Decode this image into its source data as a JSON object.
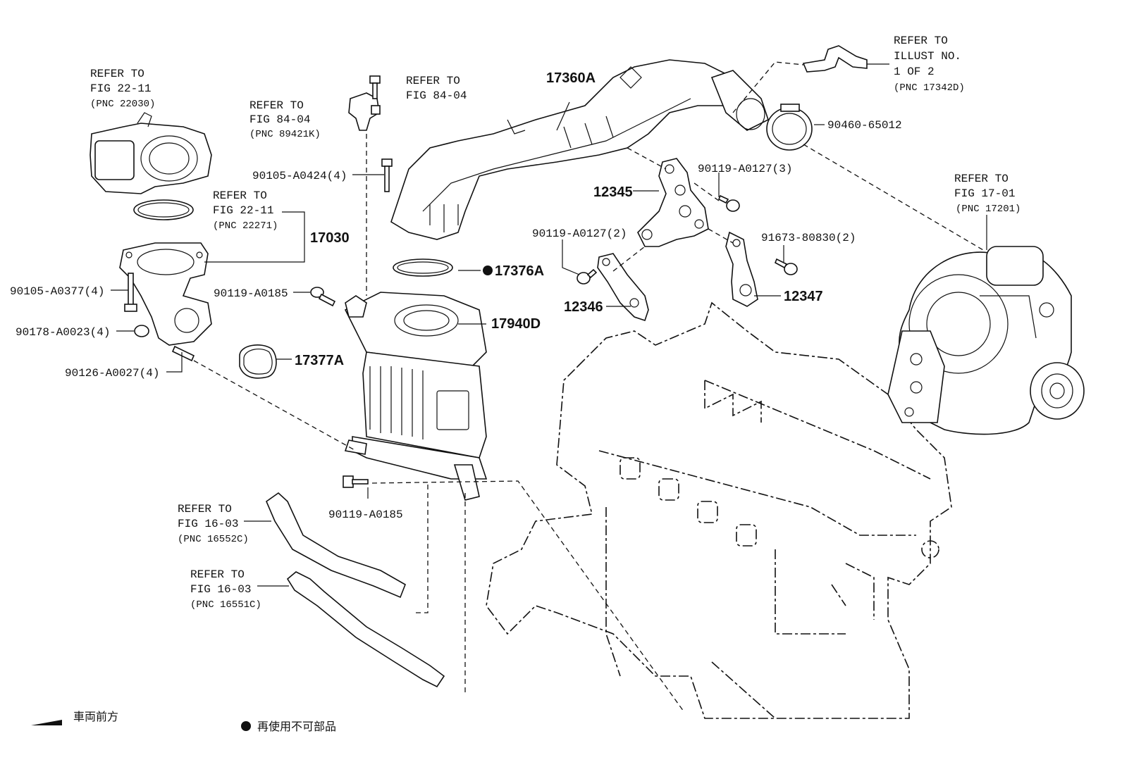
{
  "labels": {
    "ref_2211_a": [
      "REFER TO",
      "FIG 22-11",
      "(PNC 22030)"
    ],
    "ref_8404_a": [
      "REFER TO",
      "FIG 84-04",
      "(PNC 89421K)"
    ],
    "ref_8404_b": [
      "REFER TO",
      "FIG 84-04"
    ],
    "ref_2211_b": [
      "REFER TO",
      "FIG 22-11",
      "(PNC 22271)"
    ],
    "ref_illust": [
      "REFER TO",
      "ILLUST NO.",
      "1 OF 2",
      "(PNC 17342D)"
    ],
    "ref_1701": [
      "REFER TO",
      "FIG 17-01",
      "(PNC 17201)"
    ],
    "ref_1603_a": [
      "REFER TO",
      "FIG 16-03",
      "(PNC 16552C)"
    ],
    "ref_1603_b": [
      "REFER TO",
      "FIG 16-03",
      "(PNC 16551C)"
    ]
  },
  "parts": {
    "p17360A": "17360A",
    "p90460": "90460-65012",
    "p90105_a0424": "90105-A0424(4)",
    "p12345": "12345",
    "p90119_a0127_3": "90119-A0127(3)",
    "p17030": "17030",
    "p90119_a0127_2": "90119-A0127(2)",
    "p91673": "91673-80830(2)",
    "p17376A": "17376A",
    "p90105_a0377": "90105-A0377(4)",
    "p90119_a0185_a": "90119-A0185",
    "p12346": "12346",
    "p12347": "12347",
    "p17940D": "17940D",
    "p90178": "90178-A0023(4)",
    "p17377A": "17377A",
    "p90126": "90126-A0027(4)",
    "p90119_a0185_b": "90119-A0185"
  },
  "legend": {
    "front": "車両前方",
    "non_reusable": "再使用不可部品"
  },
  "colors": {
    "ink": "#111111",
    "paper": "#ffffff"
  }
}
